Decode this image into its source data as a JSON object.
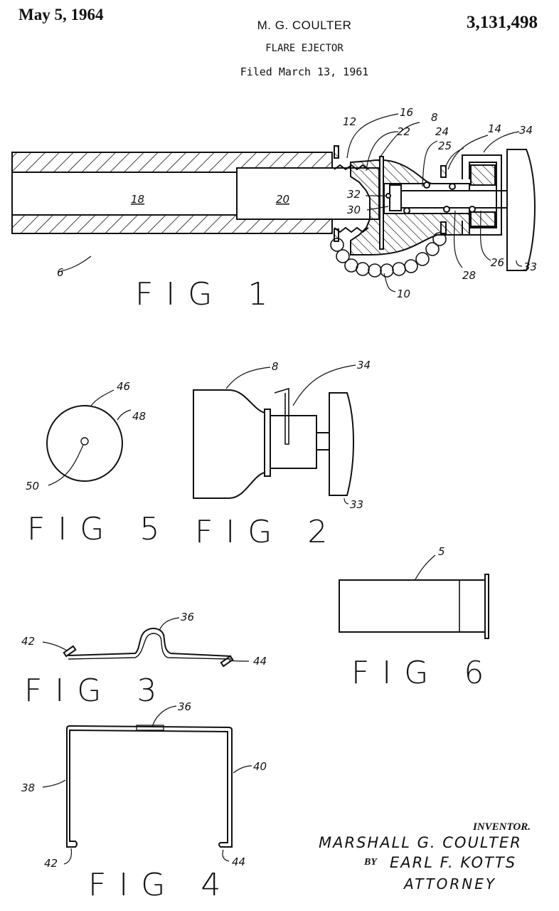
{
  "header": {
    "date": "May 5, 1964",
    "inventor": "M. G. COULTER",
    "patent_number": "3,131,498",
    "title": "FLARE EJECTOR",
    "filed": "Filed March 13, 1961"
  },
  "figures": {
    "fig1": {
      "label": "FIG 1",
      "refs": {
        "r6": "6",
        "r8": "8",
        "r10": "10",
        "r12": "12",
        "r14": "14",
        "r16": "16",
        "r18": "18",
        "r20": "20",
        "r22": "22",
        "r24": "24",
        "r25": "25",
        "r26": "26",
        "r28": "28",
        "r30": "30",
        "r32": "32",
        "r33": "33",
        "r34": "34"
      }
    },
    "fig2": {
      "label": "FIG 2",
      "refs": {
        "r8": "8",
        "r34": "34",
        "r33": "33"
      }
    },
    "fig3": {
      "label": "FIG 3",
      "refs": {
        "r36": "36",
        "r42": "42",
        "r44": "44"
      }
    },
    "fig4": {
      "label": "FIG 4",
      "refs": {
        "r36": "36",
        "r38": "38",
        "r40": "40",
        "r42": "42",
        "r44": "44"
      }
    },
    "fig5": {
      "label": "FIG 5",
      "refs": {
        "r46": "46",
        "r48": "48",
        "r50": "50"
      }
    },
    "fig6": {
      "label": "FIG 6",
      "refs": {
        "r5": "5"
      }
    }
  },
  "signature": {
    "inventor_label": "INVENTOR.",
    "inventor_name": "MARSHALL G. COULTER",
    "by_label": "BY",
    "attorney_name": "EARL F. KOTTS",
    "attorney_label": "ATTORNEY"
  }
}
